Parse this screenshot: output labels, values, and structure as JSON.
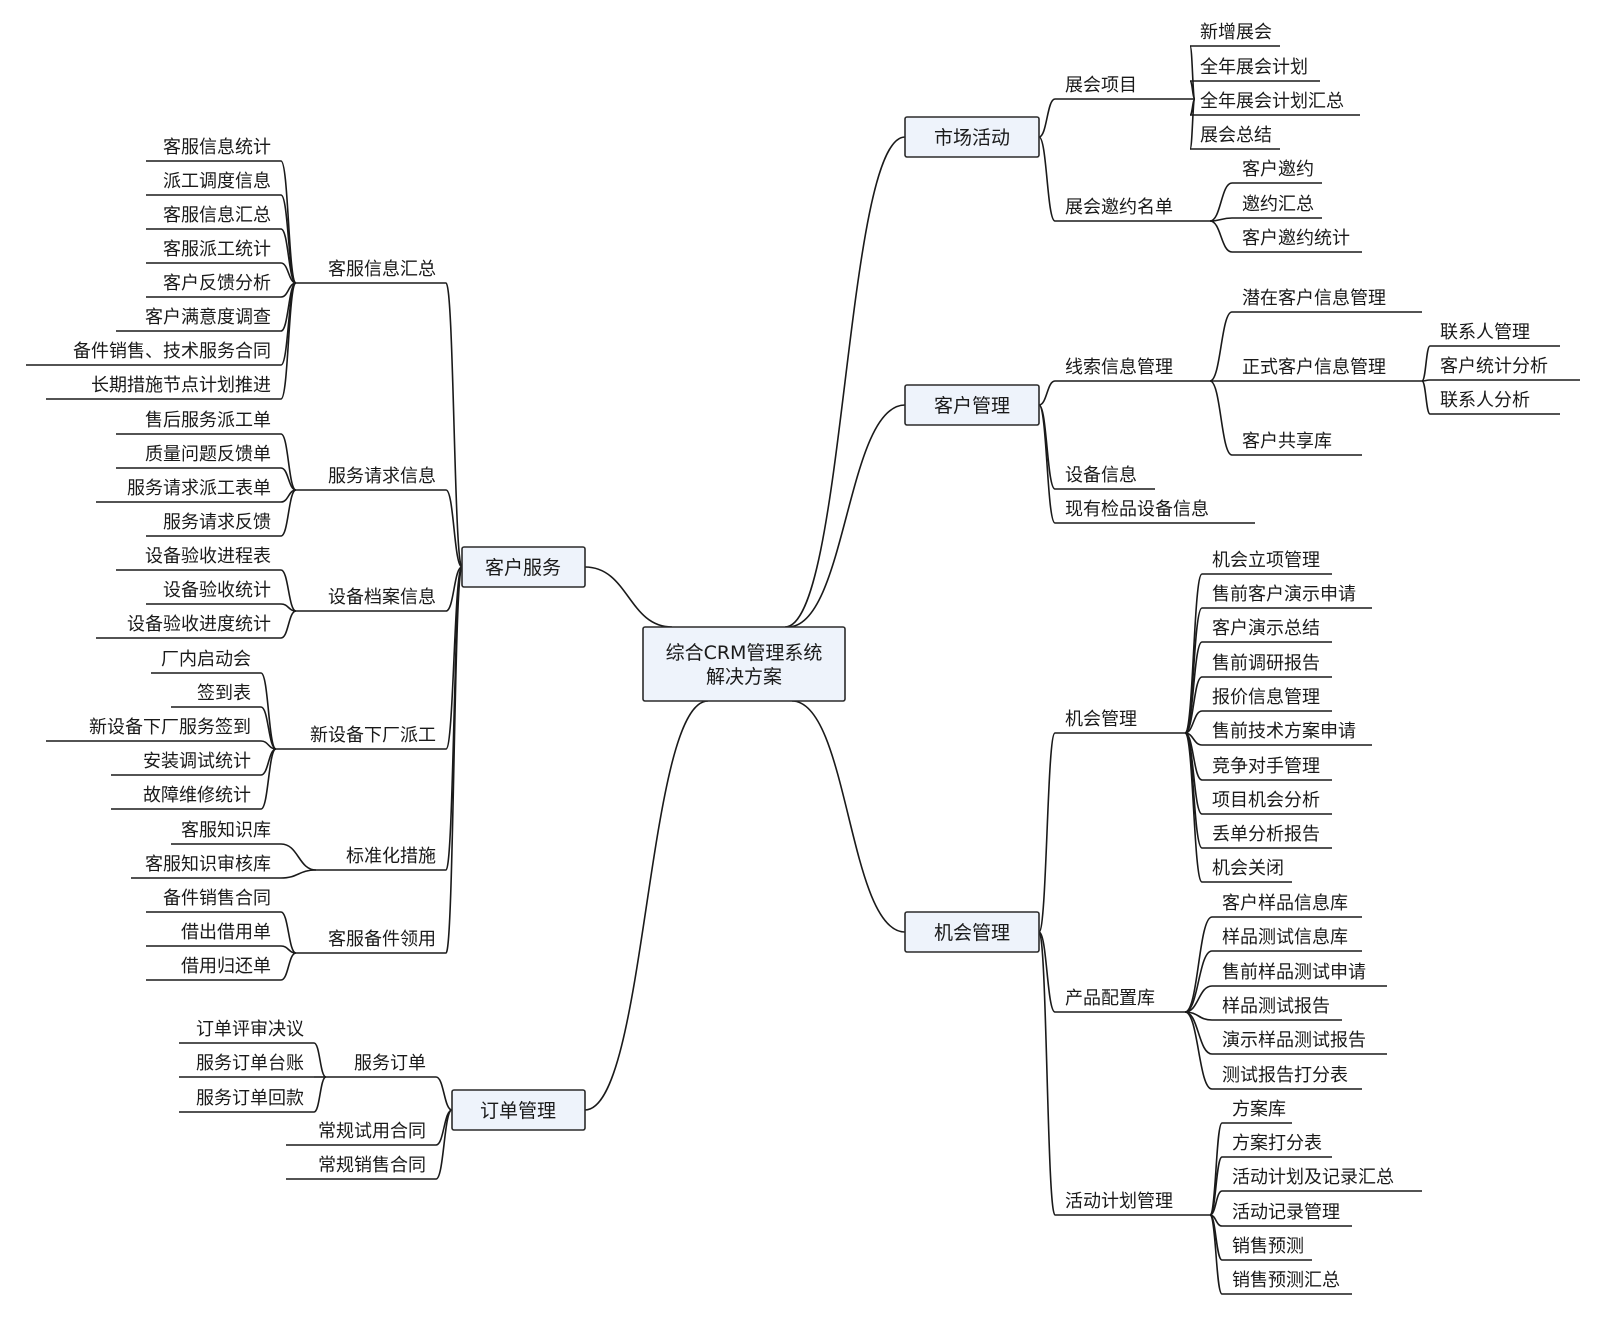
{
  "root": {
    "lines": [
      "综合CRM管理系统",
      "解决方案"
    ]
  },
  "right_branches": [
    {
      "label": "市场活动",
      "children": [
        {
          "label": "展会项目",
          "children": [
            {
              "label": "新增展会"
            },
            {
              "label": "全年展会计划"
            },
            {
              "label": "全年展会计划汇总"
            },
            {
              "label": "展会总结"
            }
          ]
        },
        {
          "label": "展会邀约名单",
          "children": [
            {
              "label": "客户邀约"
            },
            {
              "label": "邀约汇总"
            },
            {
              "label": "客户邀约统计"
            }
          ]
        }
      ]
    },
    {
      "label": "客户管理",
      "children": [
        {
          "label": "线索信息管理",
          "children": [
            {
              "label": "潜在客户信息管理"
            },
            {
              "label": "正式客户信息管理",
              "children": [
                {
                  "label": "联系人管理"
                },
                {
                  "label": "客户统计分析"
                },
                {
                  "label": "联系人分析"
                }
              ]
            },
            {
              "label": "客户共享库"
            }
          ]
        },
        {
          "label": "设备信息"
        },
        {
          "label": "现有检品设备信息"
        }
      ]
    },
    {
      "label": "机会管理",
      "children": [
        {
          "label": "机会管理",
          "children": [
            {
              "label": "机会立项管理"
            },
            {
              "label": "售前客户演示申请"
            },
            {
              "label": "客户演示总结"
            },
            {
              "label": "售前调研报告"
            },
            {
              "label": "报价信息管理"
            },
            {
              "label": "售前技术方案申请"
            },
            {
              "label": "竞争对手管理"
            },
            {
              "label": "项目机会分析"
            },
            {
              "label": "丢单分析报告"
            },
            {
              "label": "机会关闭"
            }
          ]
        },
        {
          "label": "产品配置库",
          "children": [
            {
              "label": "客户样品信息库"
            },
            {
              "label": "样品测试信息库"
            },
            {
              "label": "售前样品测试申请"
            },
            {
              "label": "样品测试报告"
            },
            {
              "label": "演示样品测试报告"
            },
            {
              "label": "测试报告打分表"
            }
          ]
        },
        {
          "label": "活动计划管理",
          "children": [
            {
              "label": "方案库"
            },
            {
              "label": "方案打分表"
            },
            {
              "label": "活动计划及记录汇总"
            },
            {
              "label": "活动记录管理"
            },
            {
              "label": "销售预测"
            },
            {
              "label": "销售预测汇总"
            }
          ]
        }
      ]
    }
  ],
  "left_branches": [
    {
      "label": "客户服务",
      "children": [
        {
          "label": "客服信息汇总",
          "children": [
            {
              "label": "客服信息统计"
            },
            {
              "label": "派工调度信息"
            },
            {
              "label": "客服信息汇总"
            },
            {
              "label": "客服派工统计"
            },
            {
              "label": "客户反馈分析"
            },
            {
              "label": "客户满意度调查"
            },
            {
              "label": "备件销售、技术服务合同"
            },
            {
              "label": "长期措施节点计划推进"
            }
          ]
        },
        {
          "label": "服务请求信息",
          "children": [
            {
              "label": "售后服务派工单"
            },
            {
              "label": "质量问题反馈单"
            },
            {
              "label": "服务请求派工表单"
            },
            {
              "label": "服务请求反馈"
            }
          ]
        },
        {
          "label": "设备档案信息",
          "children": [
            {
              "label": "设备验收进程表"
            },
            {
              "label": "设备验收统计"
            },
            {
              "label": "设备验收进度统计"
            }
          ]
        },
        {
          "label": "新设备下厂派工",
          "children": [
            {
              "label": "厂内启动会"
            },
            {
              "label": "签到表"
            },
            {
              "label": "新设备下厂服务签到"
            },
            {
              "label": "安装调试统计"
            },
            {
              "label": "故障维修统计"
            }
          ]
        },
        {
          "label": "标准化措施",
          "children": [
            {
              "label": "客服知识库"
            },
            {
              "label": "客服知识审核库"
            }
          ]
        },
        {
          "label": "客服备件领用",
          "children": [
            {
              "label": "备件销售合同"
            },
            {
              "label": "借出借用单"
            },
            {
              "label": "借用归还单"
            }
          ]
        }
      ]
    },
    {
      "label": "订单管理",
      "children": [
        {
          "label": "服务订单",
          "children": [
            {
              "label": "订单评审决议"
            },
            {
              "label": "服务订单台账"
            },
            {
              "label": "服务订单回款"
            }
          ]
        },
        {
          "label": "常规试用合同"
        },
        {
          "label": "常规销售合同"
        }
      ]
    }
  ]
}
